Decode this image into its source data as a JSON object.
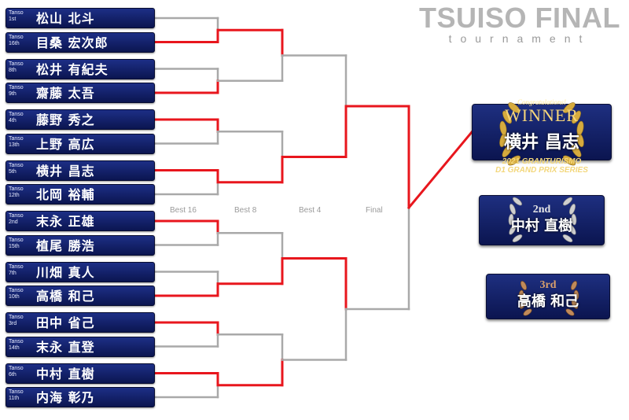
{
  "title": {
    "main": "TSUISO FINAL",
    "sub": "tournament"
  },
  "rounds": [
    "Best 16",
    "Best 8",
    "Best 4",
    "Final"
  ],
  "seed_prefix": "Tanso",
  "players": [
    {
      "seed": "1st",
      "name": "松山 北斗"
    },
    {
      "seed": "16th",
      "name": "目桑 宏次郎"
    },
    {
      "seed": "8th",
      "name": "松井 有紀夫"
    },
    {
      "seed": "9th",
      "name": "齋藤 太吾"
    },
    {
      "seed": "4th",
      "name": "藤野 秀之"
    },
    {
      "seed": "13th",
      "name": "上野 高広"
    },
    {
      "seed": "5th",
      "name": "横井 昌志"
    },
    {
      "seed": "12th",
      "name": "北岡 裕輔"
    },
    {
      "seed": "2nd",
      "name": "末永 正雄"
    },
    {
      "seed": "15th",
      "name": "植尾 勝浩"
    },
    {
      "seed": "7th",
      "name": "川畑 真人"
    },
    {
      "seed": "10th",
      "name": "高橋 和己"
    },
    {
      "seed": "3rd",
      "name": "田中 省己"
    },
    {
      "seed": "14th",
      "name": "末永 直登"
    },
    {
      "seed": "6th",
      "name": "中村 直樹"
    },
    {
      "seed": "11th",
      "name": "内海 彰乃"
    }
  ],
  "results": {
    "best16_winners": [
      1,
      3,
      4,
      6,
      8,
      11,
      12,
      14
    ],
    "best8_winners": [
      1,
      6,
      11,
      14
    ],
    "best4_winners": [
      6,
      11
    ],
    "final_winner": 6
  },
  "podium": {
    "winner": {
      "congrats": "Congratulations!",
      "label": "WINNER",
      "name": "横井 昌志",
      "series_line1": "2021 GRANTURISMO",
      "series_line2": "D1 GRAND PRIX SERIES"
    },
    "second": {
      "label": "2nd",
      "name": "中村 直樹"
    },
    "third": {
      "label": "3rd",
      "name": "高橋 和己"
    }
  },
  "colors": {
    "winner_line": "#e8161d",
    "loser_line": "#a9a9a9",
    "box_dark": "#0b1550",
    "gold": "#d8b24a",
    "silver": "#c4c4c4",
    "bronze": "#b07a4c"
  }
}
